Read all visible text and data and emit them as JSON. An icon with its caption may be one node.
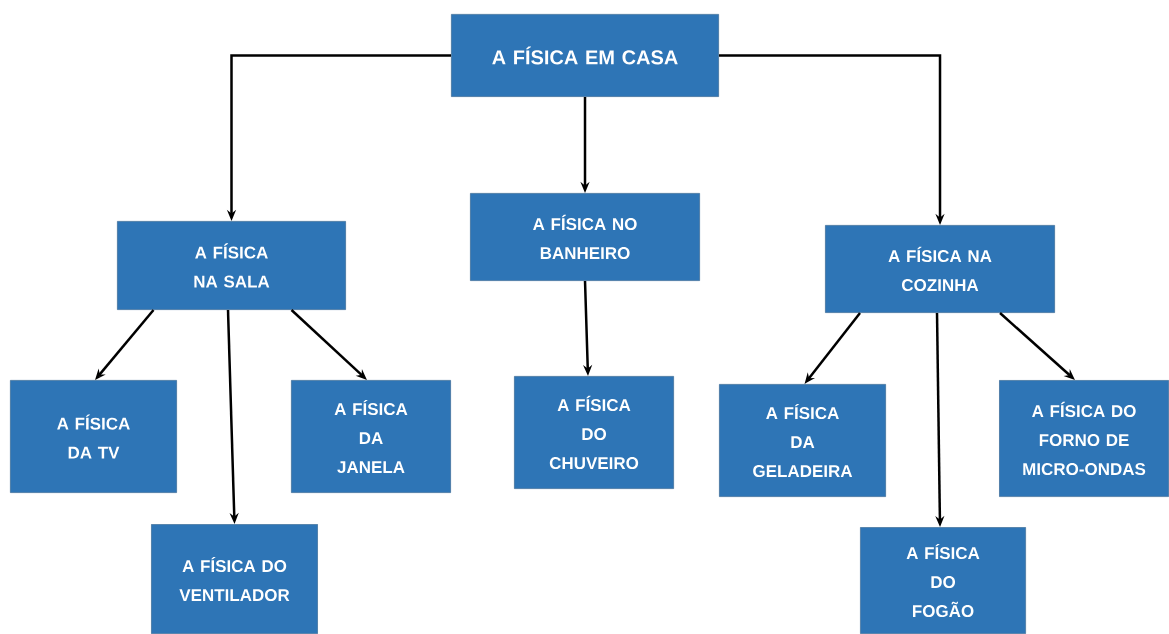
{
  "diagram": {
    "nodes": [
      {
        "text": [
          "A FÍSICA EM CASA"
        ]
      },
      {
        "text": [
          "A FÍSICA NA SALA"
        ]
      },
      {
        "text": [
          "A FÍSICA NO BANHEIRO"
        ]
      },
      {
        "text": [
          "A FÍSICA NA COZINHA"
        ]
      },
      {
        "text": [
          "A FÍSICA DA TV"
        ]
      },
      {
        "text": [
          "A FÍSICA DO VENTILADOR"
        ]
      },
      {
        "text": [
          "A FÍSICA DA JANELA"
        ]
      },
      {
        "text": [
          "A FÍSICA DO CHUVEIRO"
        ]
      },
      {
        "text": [
          "A FÍSICA DA GELADEIRA"
        ]
      },
      {
        "text": [
          "A FÍSICA DO FOGÃO"
        ]
      },
      {
        "text": [
          "A FÍSICA DO FORNO DE MICRO-ONDAS"
        ]
      }
    ],
    "edges": [
      {
        "from": 0,
        "to": 1,
        "arrow": "to"
      },
      {
        "from": 0,
        "to": 2,
        "arrow": "to"
      },
      {
        "from": 0,
        "to": 3,
        "arrow": "to"
      },
      {
        "from": 1,
        "to": 4,
        "arrow": "to"
      },
      {
        "from": 1,
        "to": 5,
        "arrow": "to"
      },
      {
        "from": 1,
        "to": 6,
        "arrow": "to"
      },
      {
        "from": 2,
        "to": 7,
        "arrow": "to"
      },
      {
        "from": 3,
        "to": 8,
        "arrow": "to"
      },
      {
        "from": 3,
        "to": 9,
        "arrow": "to"
      },
      {
        "from": 3,
        "to": 10,
        "arrow": "to"
      }
    ]
  }
}
